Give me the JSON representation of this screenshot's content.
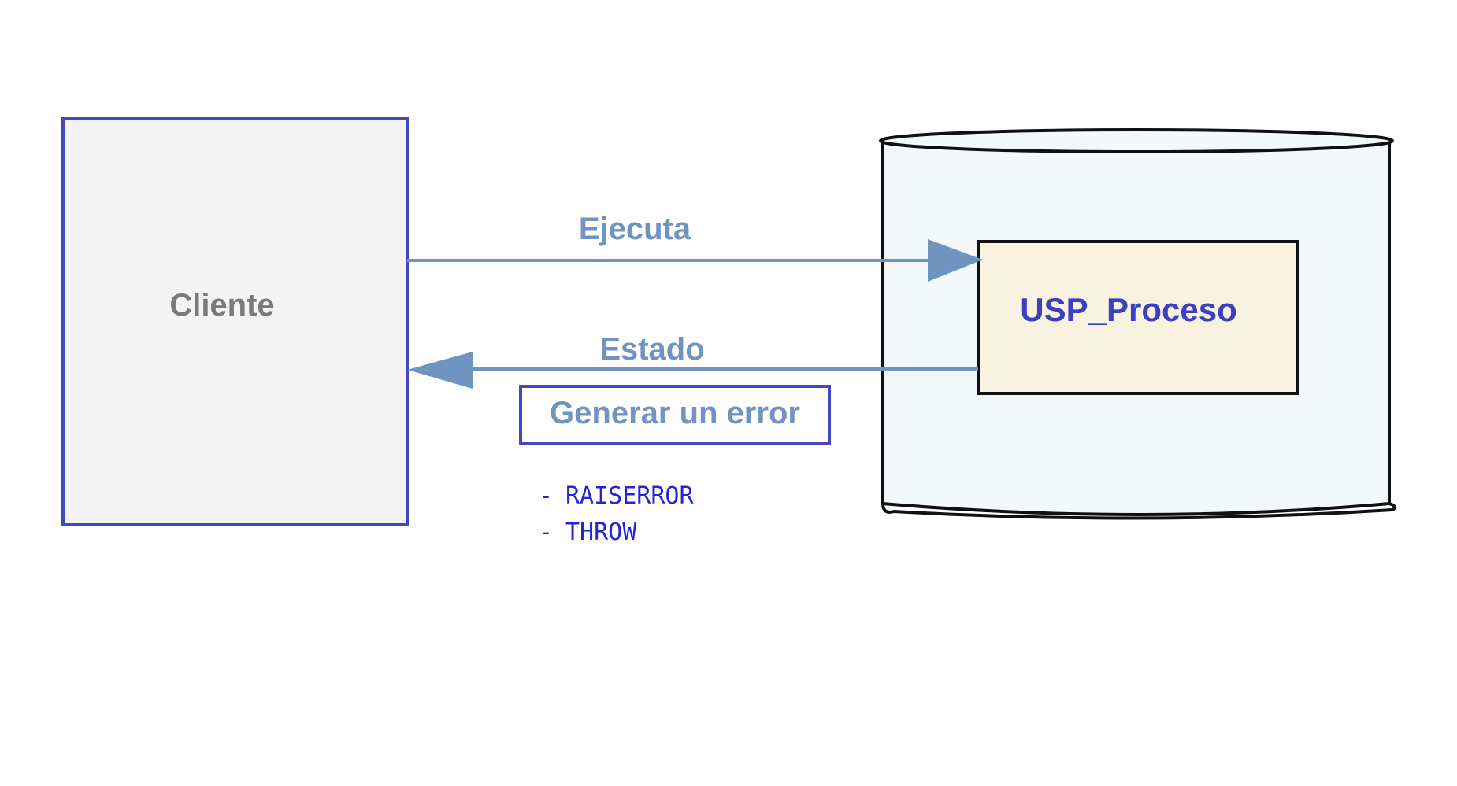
{
  "cliente": {
    "label": "Cliente"
  },
  "procedure": {
    "label": "USP_Proceso"
  },
  "arrow_execute": {
    "label": "Ejecuta"
  },
  "arrow_status": {
    "label": "Estado"
  },
  "error_box": {
    "label": "Generar un error"
  },
  "error_methods": [
    {
      "bullet": "-",
      "label": "RAISERROR"
    },
    {
      "bullet": "-",
      "label": "THROW"
    }
  ],
  "colors": {
    "box_border": "#4348c0",
    "client_fill": "#f3f3f3",
    "client_text": "#7a7a7a",
    "arrow": "#7094c0",
    "procedure_fill": "#f8f2e1",
    "procedure_text": "#3b3fc0",
    "cylinder_fill": "#f3f9fb",
    "cylinder_stroke": "#111111",
    "mono_text": "#2424d8"
  }
}
